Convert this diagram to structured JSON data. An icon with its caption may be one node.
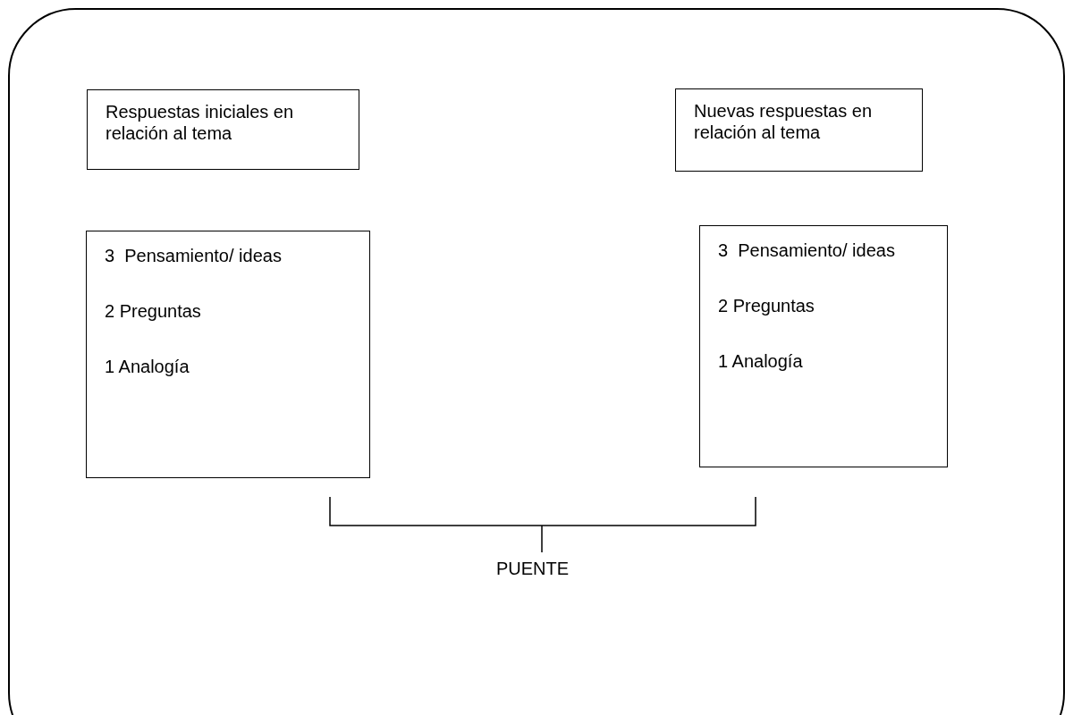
{
  "diagram": {
    "nodes": [
      {
        "text": [
          "Respuestas iniciales en relación al tema"
        ]
      },
      {
        "text": [
          "Nuevas respuestas en relación al tema"
        ]
      },
      {
        "text": [
          "3  Pensamiento/ ideas",
          "2 Preguntas",
          "1 Analogía"
        ]
      },
      {
        "text": [
          "3  Pensamiento/ ideas",
          "2 Preguntas",
          "1 Analogía"
        ]
      }
    ],
    "labels": [
      "PUENTE"
    ]
  }
}
